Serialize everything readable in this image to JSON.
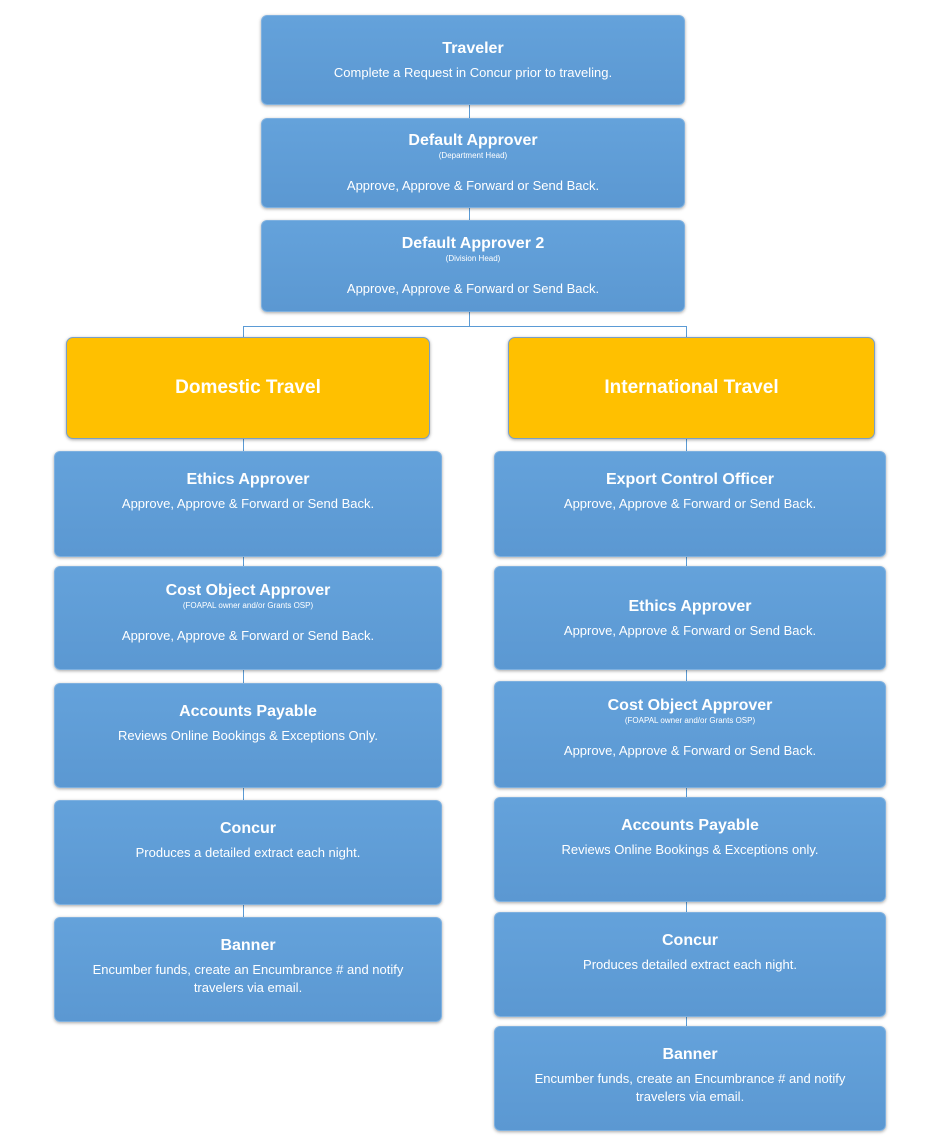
{
  "colors": {
    "box_fill": "#5b9bd5",
    "branch_fill": "#ffc000",
    "connector": "#5b9bd5",
    "text": "#ffffff"
  },
  "top_chain": [
    {
      "title": "Traveler",
      "sub": "",
      "desc": "Complete a Request in Concur prior to traveling."
    },
    {
      "title": "Default Approver",
      "sub": "(Department Head)",
      "desc": "Approve, Approve & Forward or Send Back."
    },
    {
      "title": "Default Approver 2",
      "sub": "(Division Head)",
      "desc": "Approve, Approve & Forward or Send Back."
    }
  ],
  "domestic": {
    "label": "Domestic Travel",
    "steps": [
      {
        "title": "Ethics Approver",
        "sub": "",
        "desc": "Approve, Approve & Forward or Send Back."
      },
      {
        "title": "Cost Object Approver",
        "sub": "(FOAPAL owner and/or Grants OSP)",
        "desc": "Approve, Approve & Forward or Send Back."
      },
      {
        "title": "Accounts Payable",
        "sub": "",
        "desc": "Reviews Online Bookings & Exceptions Only."
      },
      {
        "title": "Concur",
        "sub": "",
        "desc": "Produces a detailed extract each night."
      },
      {
        "title": "Banner",
        "sub": "",
        "desc": "Encumber funds, create an Encumbrance # and notify travelers via email."
      }
    ]
  },
  "international": {
    "label": "International Travel",
    "steps": [
      {
        "title": "Export Control Officer",
        "sub": "",
        "desc": "Approve, Approve & Forward or Send Back."
      },
      {
        "title": "Ethics Approver",
        "sub": "",
        "desc": "Approve, Approve & Forward or Send Back."
      },
      {
        "title": "Cost Object Approver",
        "sub": "(FOAPAL owner and/or Grants OSP)",
        "desc": "Approve, Approve & Forward or Send Back."
      },
      {
        "title": "Accounts Payable",
        "sub": "",
        "desc": "Reviews Online Bookings & Exceptions only."
      },
      {
        "title": "Concur",
        "sub": "",
        "desc": "Produces detailed extract each night."
      },
      {
        "title": "Banner",
        "sub": "",
        "desc": "Encumber funds, create an Encumbrance # and notify travelers via email."
      }
    ]
  }
}
